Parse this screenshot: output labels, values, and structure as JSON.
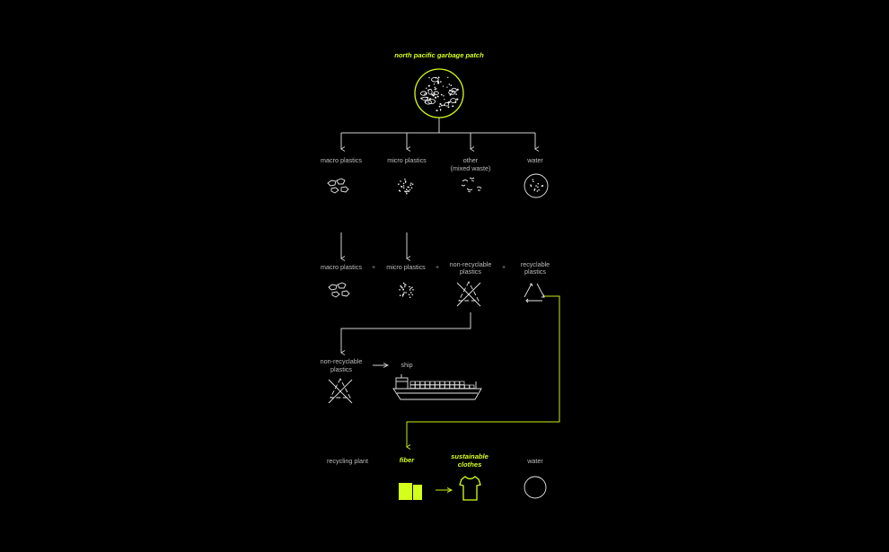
{
  "title": "north pacific garbage patch",
  "row1": {
    "macro": "macro plastics",
    "micro": "micro plastics",
    "other_1": "other",
    "other_2": "(mixed waste)",
    "water": "water"
  },
  "row2": {
    "macro": "macro plastics",
    "micro": "micro plastics",
    "nonrec_1": "non-recyclable",
    "nonrec_2": "plastics",
    "rec_1": "recyclable",
    "rec_2": "plastics",
    "plus": "+"
  },
  "row3": {
    "nonrec_1": "non-recyclable",
    "nonrec_2": "plastics",
    "ship": "ship"
  },
  "row4": {
    "plant": "recycling plant",
    "fiber": "fiber",
    "clothes_1": "sustainable",
    "clothes_2": "clothes",
    "water": "water"
  },
  "colors": {
    "background": "#000000",
    "accent": "#d4ff1a",
    "line": "#d0d0d0",
    "text": "#bdbdbd"
  }
}
